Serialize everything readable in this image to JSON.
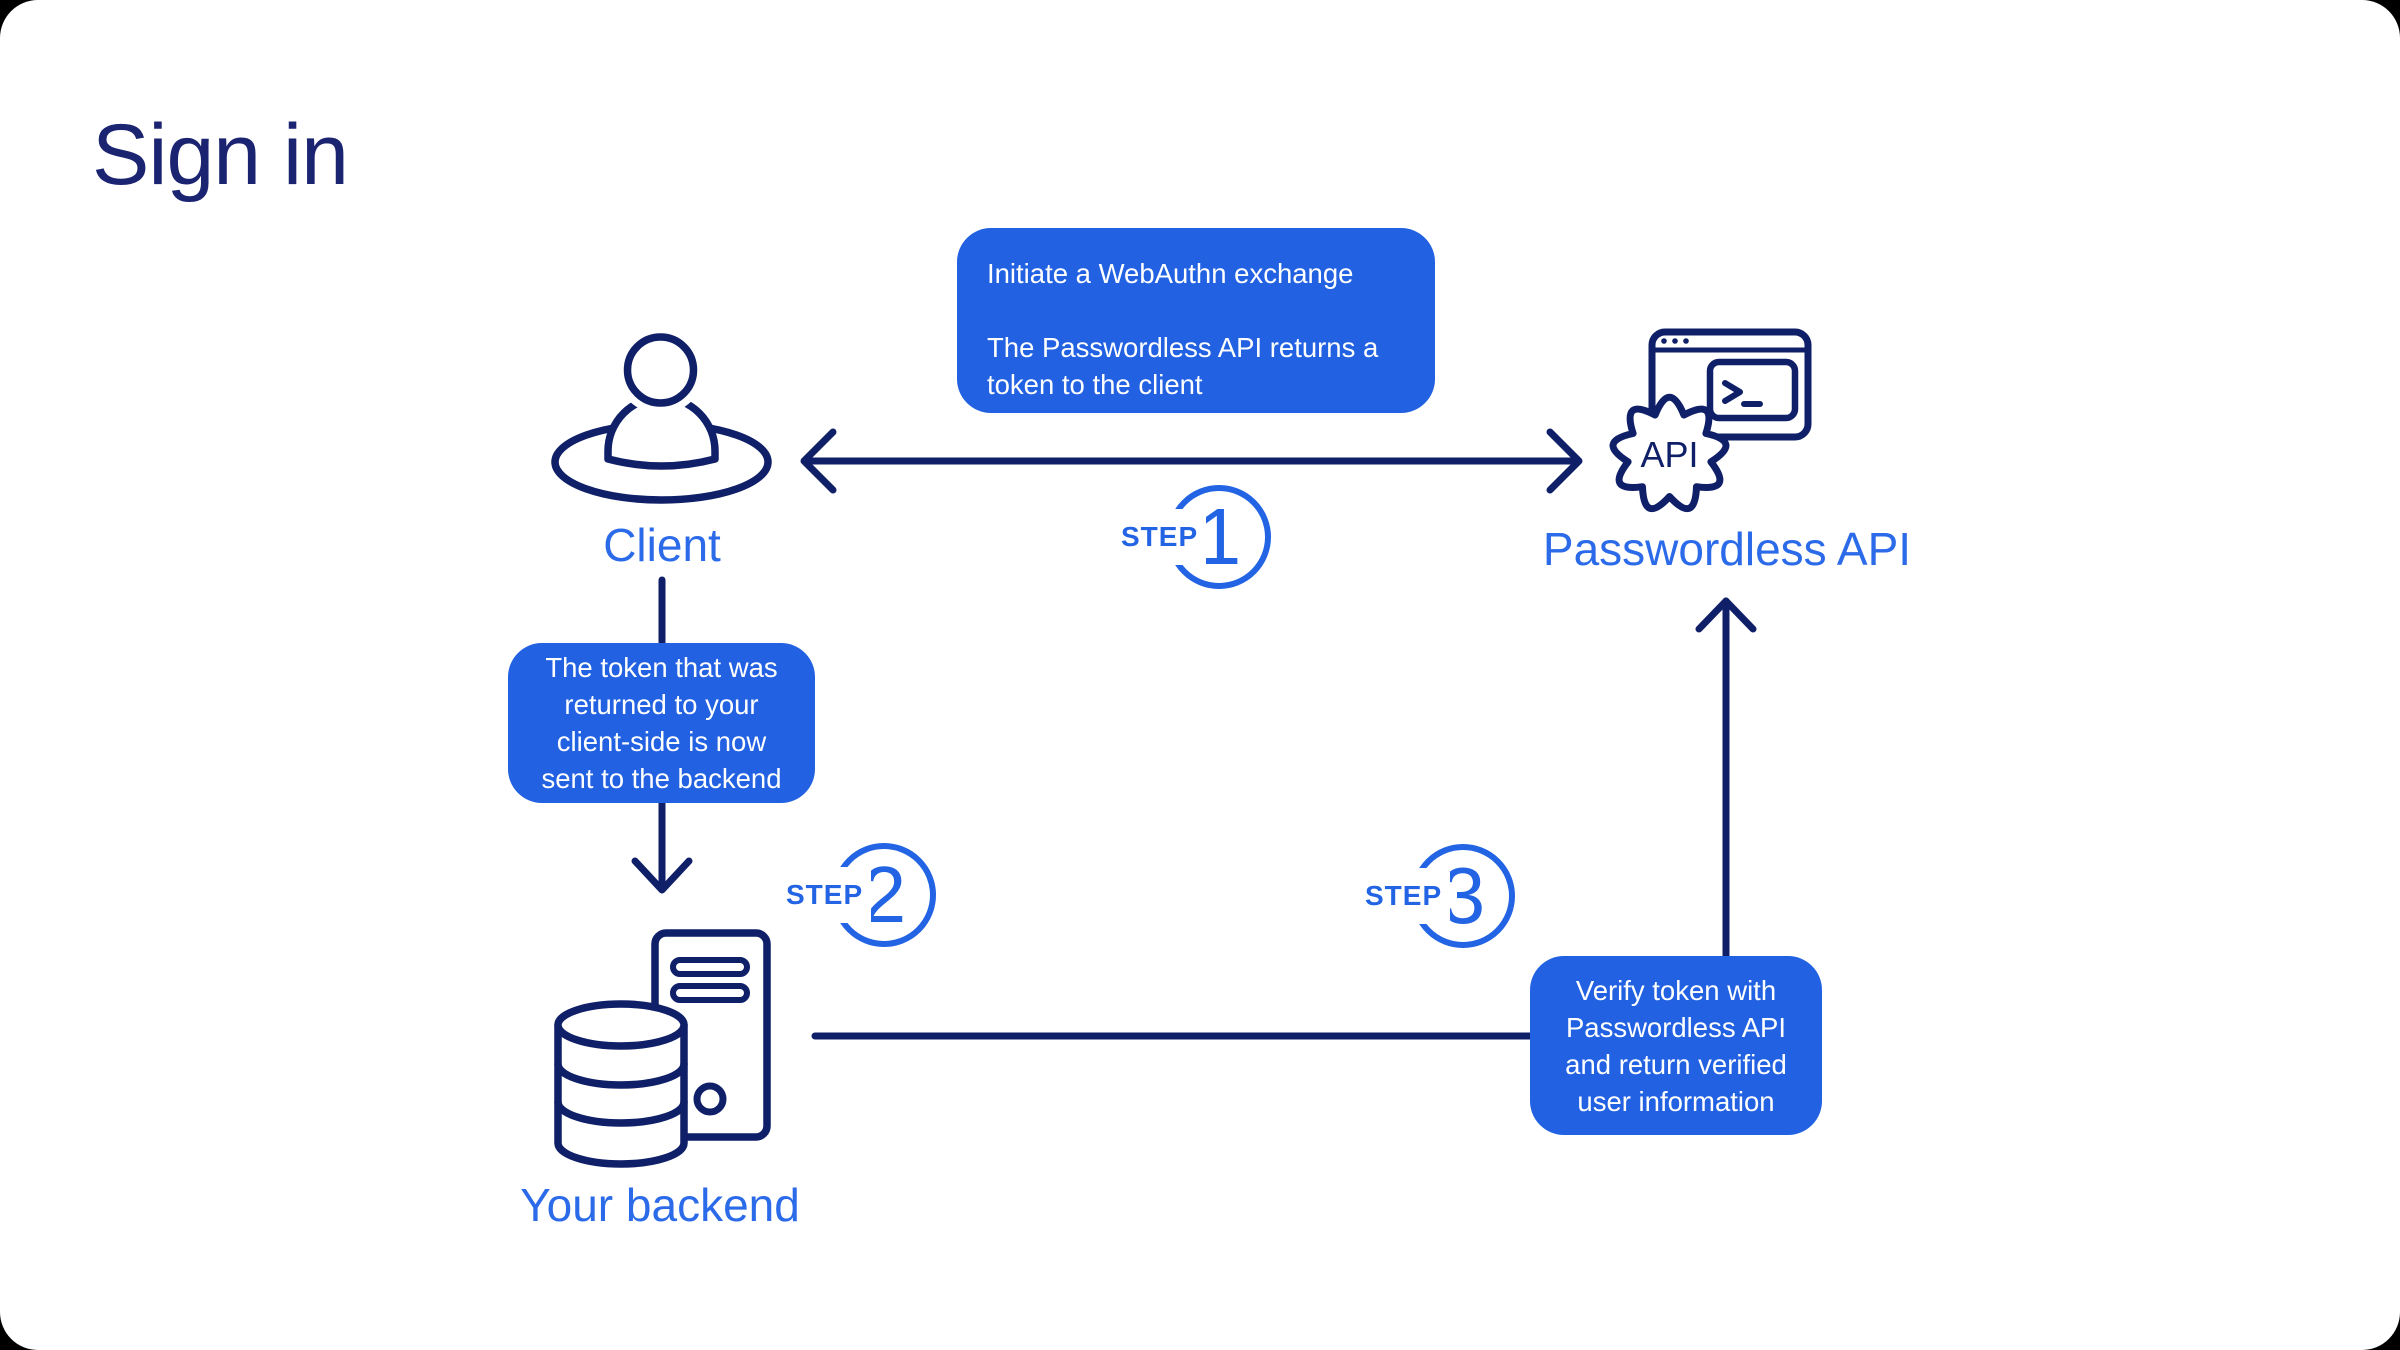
{
  "page": {
    "title": "Sign in"
  },
  "colors": {
    "navy": "#0f1f68",
    "accent_blue": "#2161e2",
    "label_blue": "#2b6ae8",
    "callout_text": "#ffffff",
    "card_background": "#ffffff"
  },
  "nodes": {
    "client": {
      "label": "Client",
      "icon": "person-icon"
    },
    "api": {
      "label": "Passwordless API",
      "icon": "api-gear-browser-icon",
      "gear_text": "API"
    },
    "backend": {
      "label": "Your backend",
      "icon": "server-database-icon"
    }
  },
  "steps": [
    {
      "label": "STEP",
      "number": "1"
    },
    {
      "label": "STEP",
      "number": "2"
    },
    {
      "label": "STEP",
      "number": "3"
    }
  ],
  "callouts": {
    "step1": {
      "paragraphs": [
        "Initiate a WebAuthn exchange",
        "The Passwordless API returns a token to the client"
      ]
    },
    "step2": {
      "text": "The token that was returned to your client-side is now sent to the backend"
    },
    "step3": {
      "text": "Verify token with Passwordless API and return verified user information"
    }
  }
}
